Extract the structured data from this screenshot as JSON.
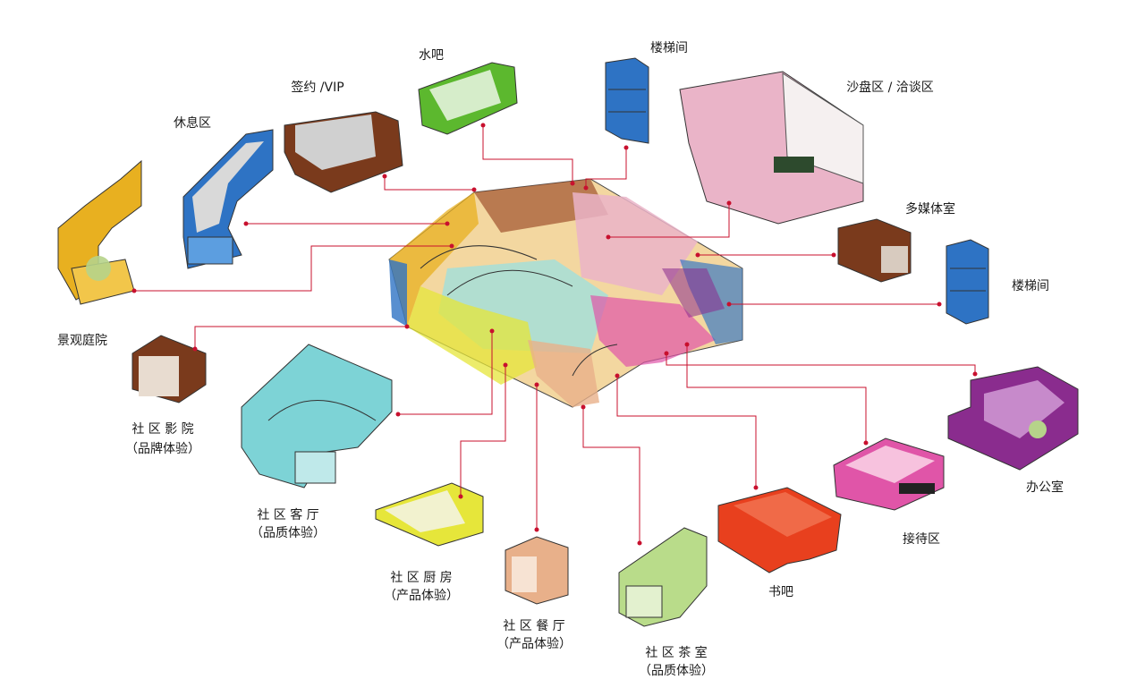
{
  "labels": {
    "water_bar": "水吧",
    "stair_top": "楼梯间",
    "sign_vip": "签约 /VIP",
    "lounge": "休息区",
    "sandtable": "沙盘区 / 洽谈区",
    "multimedia": "多媒体室",
    "stair_right": "楼梯间",
    "courtyard": "景观庭院",
    "cinema_1": "社 区 影 院",
    "cinema_2": "（品牌体验）",
    "living_1": "社 区 客 厅",
    "living_2": "（品质体验）",
    "kitchen_1": "社 区 厨 房",
    "kitchen_2": "（产品体验）",
    "dining_1": "社 区 餐 厅",
    "dining_2": "（产品体验）",
    "tea_1": "社 区 茶 室",
    "tea_2": "（品质体验）",
    "book_bar": "书吧",
    "reception": "接待区",
    "office": "办公室"
  },
  "colors": {
    "yellow": "#e8b020",
    "blue": "#2e73c4",
    "brown": "#7a3a1c",
    "green": "#5cb82e",
    "pink": "#eab4c8",
    "cyan": "#7dd3d6",
    "lime": "#e6e63a",
    "peach": "#e8b08a",
    "lightgreen": "#b9dc8a",
    "red": "#e8401e",
    "magenta": "#e055a8",
    "purple": "#8a2c8e",
    "leader": "#c8102e"
  }
}
